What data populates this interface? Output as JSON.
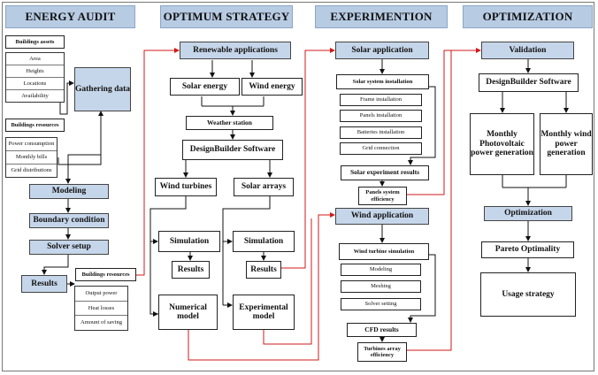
{
  "columns": {
    "energy_audit": "ENERGY AUDIT",
    "optimum_strategy": "OPTIMUM STRATEGY",
    "experimention": "EXPERIMENTION",
    "optimization": "OPTIMIZATION"
  },
  "energy_audit": {
    "buildings_assets": "Buildings assets",
    "asset_items": [
      "Area",
      "Heights",
      "Locations",
      "Availability"
    ],
    "gathering_data": "Gathering data",
    "buildings_resources": "Buildings resources",
    "resource_items": [
      "Power consumption",
      "Monthly bills",
      "Grid distributions"
    ],
    "modeling": "Modeling",
    "boundary_condition": "Boundary condition",
    "solver_setup": "Solver setup",
    "results": "Results",
    "results_resources": "Buildings resources",
    "result_items": [
      "Output power",
      "Heat losses",
      "Amount of saving"
    ]
  },
  "optimum_strategy": {
    "renewable_applications": "Renewable applications",
    "solar_energy": "Solar energy",
    "wind_energy": "Wind energy",
    "weather_station": "Weather station",
    "designbuilder": "DesignBuilder Software",
    "wind_turbines": "Wind turbines",
    "solar_arrays": "Solar arrays",
    "simulation_left": "Simulation",
    "results_left": "Results",
    "simulation_right": "Simulation",
    "results_right": "Results",
    "numerical_model": "Numerical model",
    "experimental_model": "Experimental model"
  },
  "experimention": {
    "solar_application": "Solar application",
    "solar_system_installation": "Solar system installation",
    "solar_steps": [
      "Frame installation",
      "Panels installation",
      "Batteries installation",
      "Grid connection"
    ],
    "solar_experiment_results": "Solar experiment results",
    "panels_system_efficiency": "Panels system efficiency",
    "wind_application": "Wind application",
    "wind_turbine_simulation": "Wind turbine simulation",
    "wind_steps": [
      "Modeling",
      "Meshing",
      "Solver setting"
    ],
    "cfd_results": "CFD results",
    "turbines_array_efficiency": "Turbines array efficiency"
  },
  "optimization": {
    "validation": "Validation",
    "designbuilder": "DesignBuilder Software",
    "monthly_pv": "Monthly Photovoltaic power generation",
    "monthly_wind": "Monthly wind power generation",
    "optimization": "Optimization",
    "pareto": "Pareto Optimality",
    "usage_strategy": "Usage strategy"
  },
  "colors": {
    "header": "#b7cbe3",
    "section": "#c6d6ea",
    "red_link": "#d11a1a",
    "line": "#111111"
  }
}
